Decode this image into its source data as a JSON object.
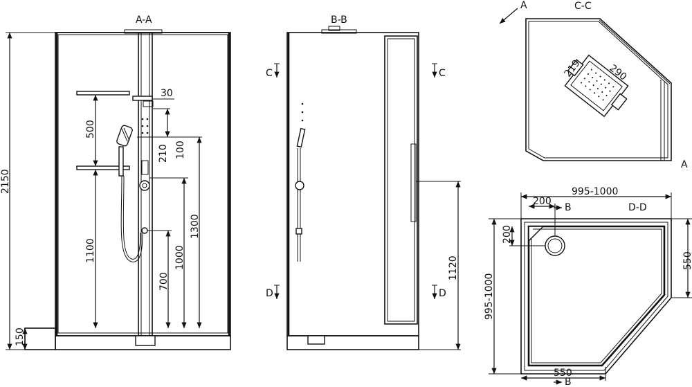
{
  "section_labels": {
    "aa": "A-A",
    "bb": "B-B",
    "cc": "C-C",
    "dd": "D-D",
    "a_left": "A",
    "a_right": "A",
    "c_left": "C",
    "c_right": "C",
    "d_left": "D",
    "d_right": "D",
    "b_top": "B",
    "b_bottom": "B"
  },
  "dimensions_aa": {
    "total_height": "2150",
    "base_height": "150",
    "shelf_spacing": "500",
    "lower_shelf_height": "1100",
    "nozzle_offset": "30",
    "nozzle_drop": "210",
    "head_drop": "100",
    "mixer_height": "1300",
    "lower_outlet_height": "1000",
    "hose_outlet_height": "700"
  },
  "dimensions_bb": {
    "handle_height": "1120"
  },
  "dimensions_cc": {
    "head_width": "219",
    "head_length": "290"
  },
  "dimensions_dd": {
    "overall_width": "995-1000",
    "overall_depth": "995-1000",
    "drain_offset_x": "200",
    "drain_offset_y": "200",
    "side_depth": "550",
    "front_width": "550"
  }
}
